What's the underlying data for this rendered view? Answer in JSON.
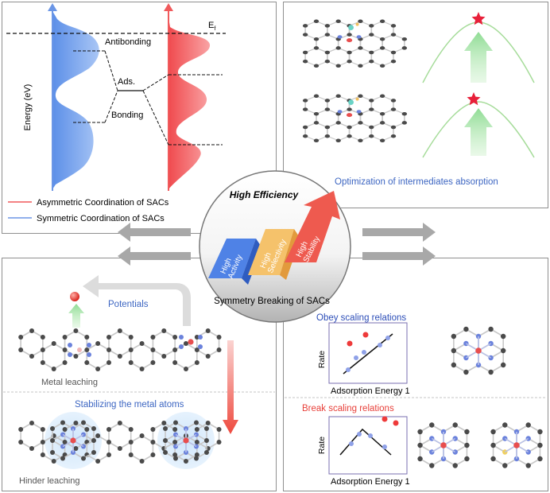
{
  "energy_panel": {
    "y_axis_label": "Energy (eV)",
    "fermi_label": "E",
    "fermi_subscript": "f",
    "antibonding_label": "Antibonding",
    "adsorbate_label": "Ads.",
    "bonding_label": "Bonding",
    "legend": [
      {
        "label": "Asymmetric Coordination of SACs",
        "color": "#f0585a"
      },
      {
        "label": "Symmetric Coordination of SACs",
        "color": "#6b96e6"
      }
    ]
  },
  "intermediates_panel": {
    "caption": "Optimization of intermediates absorption",
    "caption_color": "#3d66c2",
    "curve_color": "#a6dc9a",
    "arrow_color": "#9fe0a4",
    "star_color": "#e8203a"
  },
  "center": {
    "title": "High Efficiency",
    "steps": [
      {
        "text_line1": "High",
        "text_line2": "Activity",
        "color": "#4f82e6"
      },
      {
        "text_line1": "High",
        "text_line2": "Selectivity",
        "color": "#f5c26b"
      },
      {
        "text_line1": "High",
        "text_line2": "Stability",
        "color": "#ee5a4f"
      }
    ],
    "footer": "Symmetry Breaking of SACs"
  },
  "leaching_panel": {
    "potentials_label": "Potentials",
    "metal_leaching_label": "Metal leaching",
    "stabilizing_label": "Stabilizing the metal atoms",
    "hinder_label": "Hinder leaching",
    "label_color": "#3d66c2"
  },
  "scaling_panel": {
    "obey_label": "Obey scaling relations",
    "obey_color": "#2d4eb8",
    "break_label": "Break scaling relations",
    "break_color": "#e8403a",
    "y_label": "Rate",
    "x_label": "Adsorption Energy 1"
  },
  "colors": {
    "metal_atom": "#e84e4e",
    "nitrogen_atom": "#6b82dc",
    "carbon_atom": "#4a4a4a",
    "bond": "#c8c8c8"
  }
}
